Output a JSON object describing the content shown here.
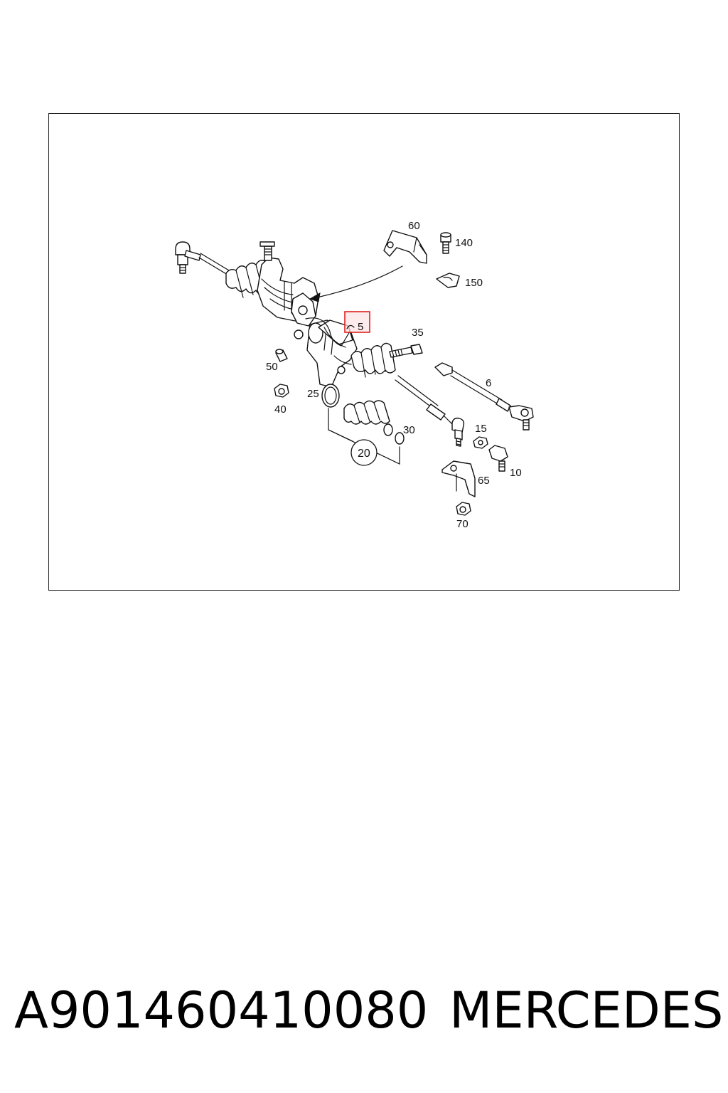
{
  "diagram": {
    "callouts": {
      "c5": "5",
      "c6": "6",
      "c10": "10",
      "c15": "15",
      "c20": "20",
      "c25": "25",
      "c30": "30",
      "c35": "35",
      "c40": "40",
      "c50": "50",
      "c60": "60",
      "c65": "65",
      "c70": "70",
      "c140": "140",
      "c150": "150"
    },
    "highlight_color": "#e02020"
  },
  "footer": {
    "part_number": "A901460410080",
    "brand": "MERCEDES"
  }
}
